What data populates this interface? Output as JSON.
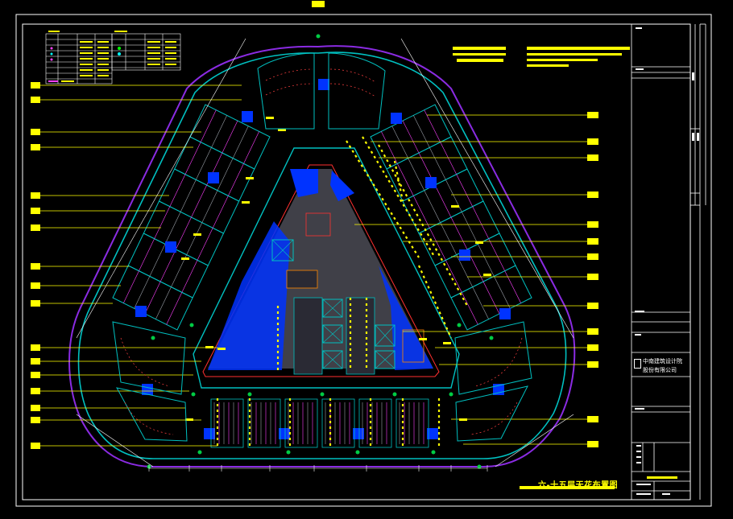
{
  "drawing": {
    "title": "六-十五层天花布置图"
  },
  "title_block": {
    "company_line1": "中南建筑设计院",
    "company_line2": "股份有限公司"
  },
  "colors": {
    "background": "#000000",
    "frame": "#ffffff",
    "outer_wall": "#8a2be2",
    "wall": "#00c0c0",
    "core_fill": "#404048",
    "shaft": "#0033ff",
    "label": "#ffff00",
    "leader": "#ffff00",
    "fixture": "#ff40ff",
    "sprinkler": "#ff4040",
    "dim_line": "#ffffff"
  }
}
